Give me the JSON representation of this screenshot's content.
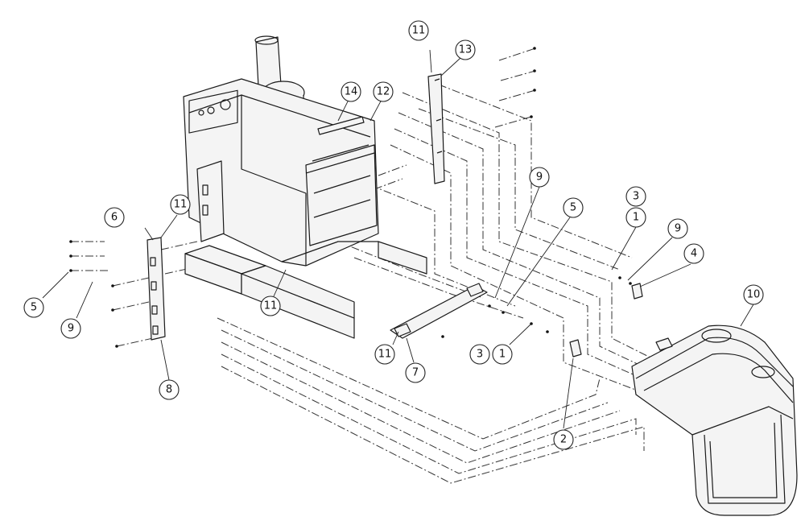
{
  "callouts": [
    {
      "id": "c11a",
      "label": "11"
    },
    {
      "id": "c13",
      "label": "13"
    },
    {
      "id": "c14",
      "label": "14"
    },
    {
      "id": "c12",
      "label": "12"
    },
    {
      "id": "c9a",
      "label": "9"
    },
    {
      "id": "c5a",
      "label": "5"
    },
    {
      "id": "c3a",
      "label": "3"
    },
    {
      "id": "c1a",
      "label": "1"
    },
    {
      "id": "c9b",
      "label": "9"
    },
    {
      "id": "c4",
      "label": "4"
    },
    {
      "id": "c10",
      "label": "10"
    },
    {
      "id": "c6",
      "label": "6"
    },
    {
      "id": "c11b",
      "label": "11"
    },
    {
      "id": "c5b",
      "label": "5"
    },
    {
      "id": "c9c",
      "label": "9"
    },
    {
      "id": "c8",
      "label": "8"
    },
    {
      "id": "c11c",
      "label": "11"
    },
    {
      "id": "c11d",
      "label": "11"
    },
    {
      "id": "c7",
      "label": "7"
    },
    {
      "id": "c3b",
      "label": "3"
    },
    {
      "id": "c1b",
      "label": "1"
    },
    {
      "id": "c2",
      "label": "2"
    }
  ],
  "colors": {
    "line": "#1a1a1a",
    "background": "#ffffff"
  }
}
